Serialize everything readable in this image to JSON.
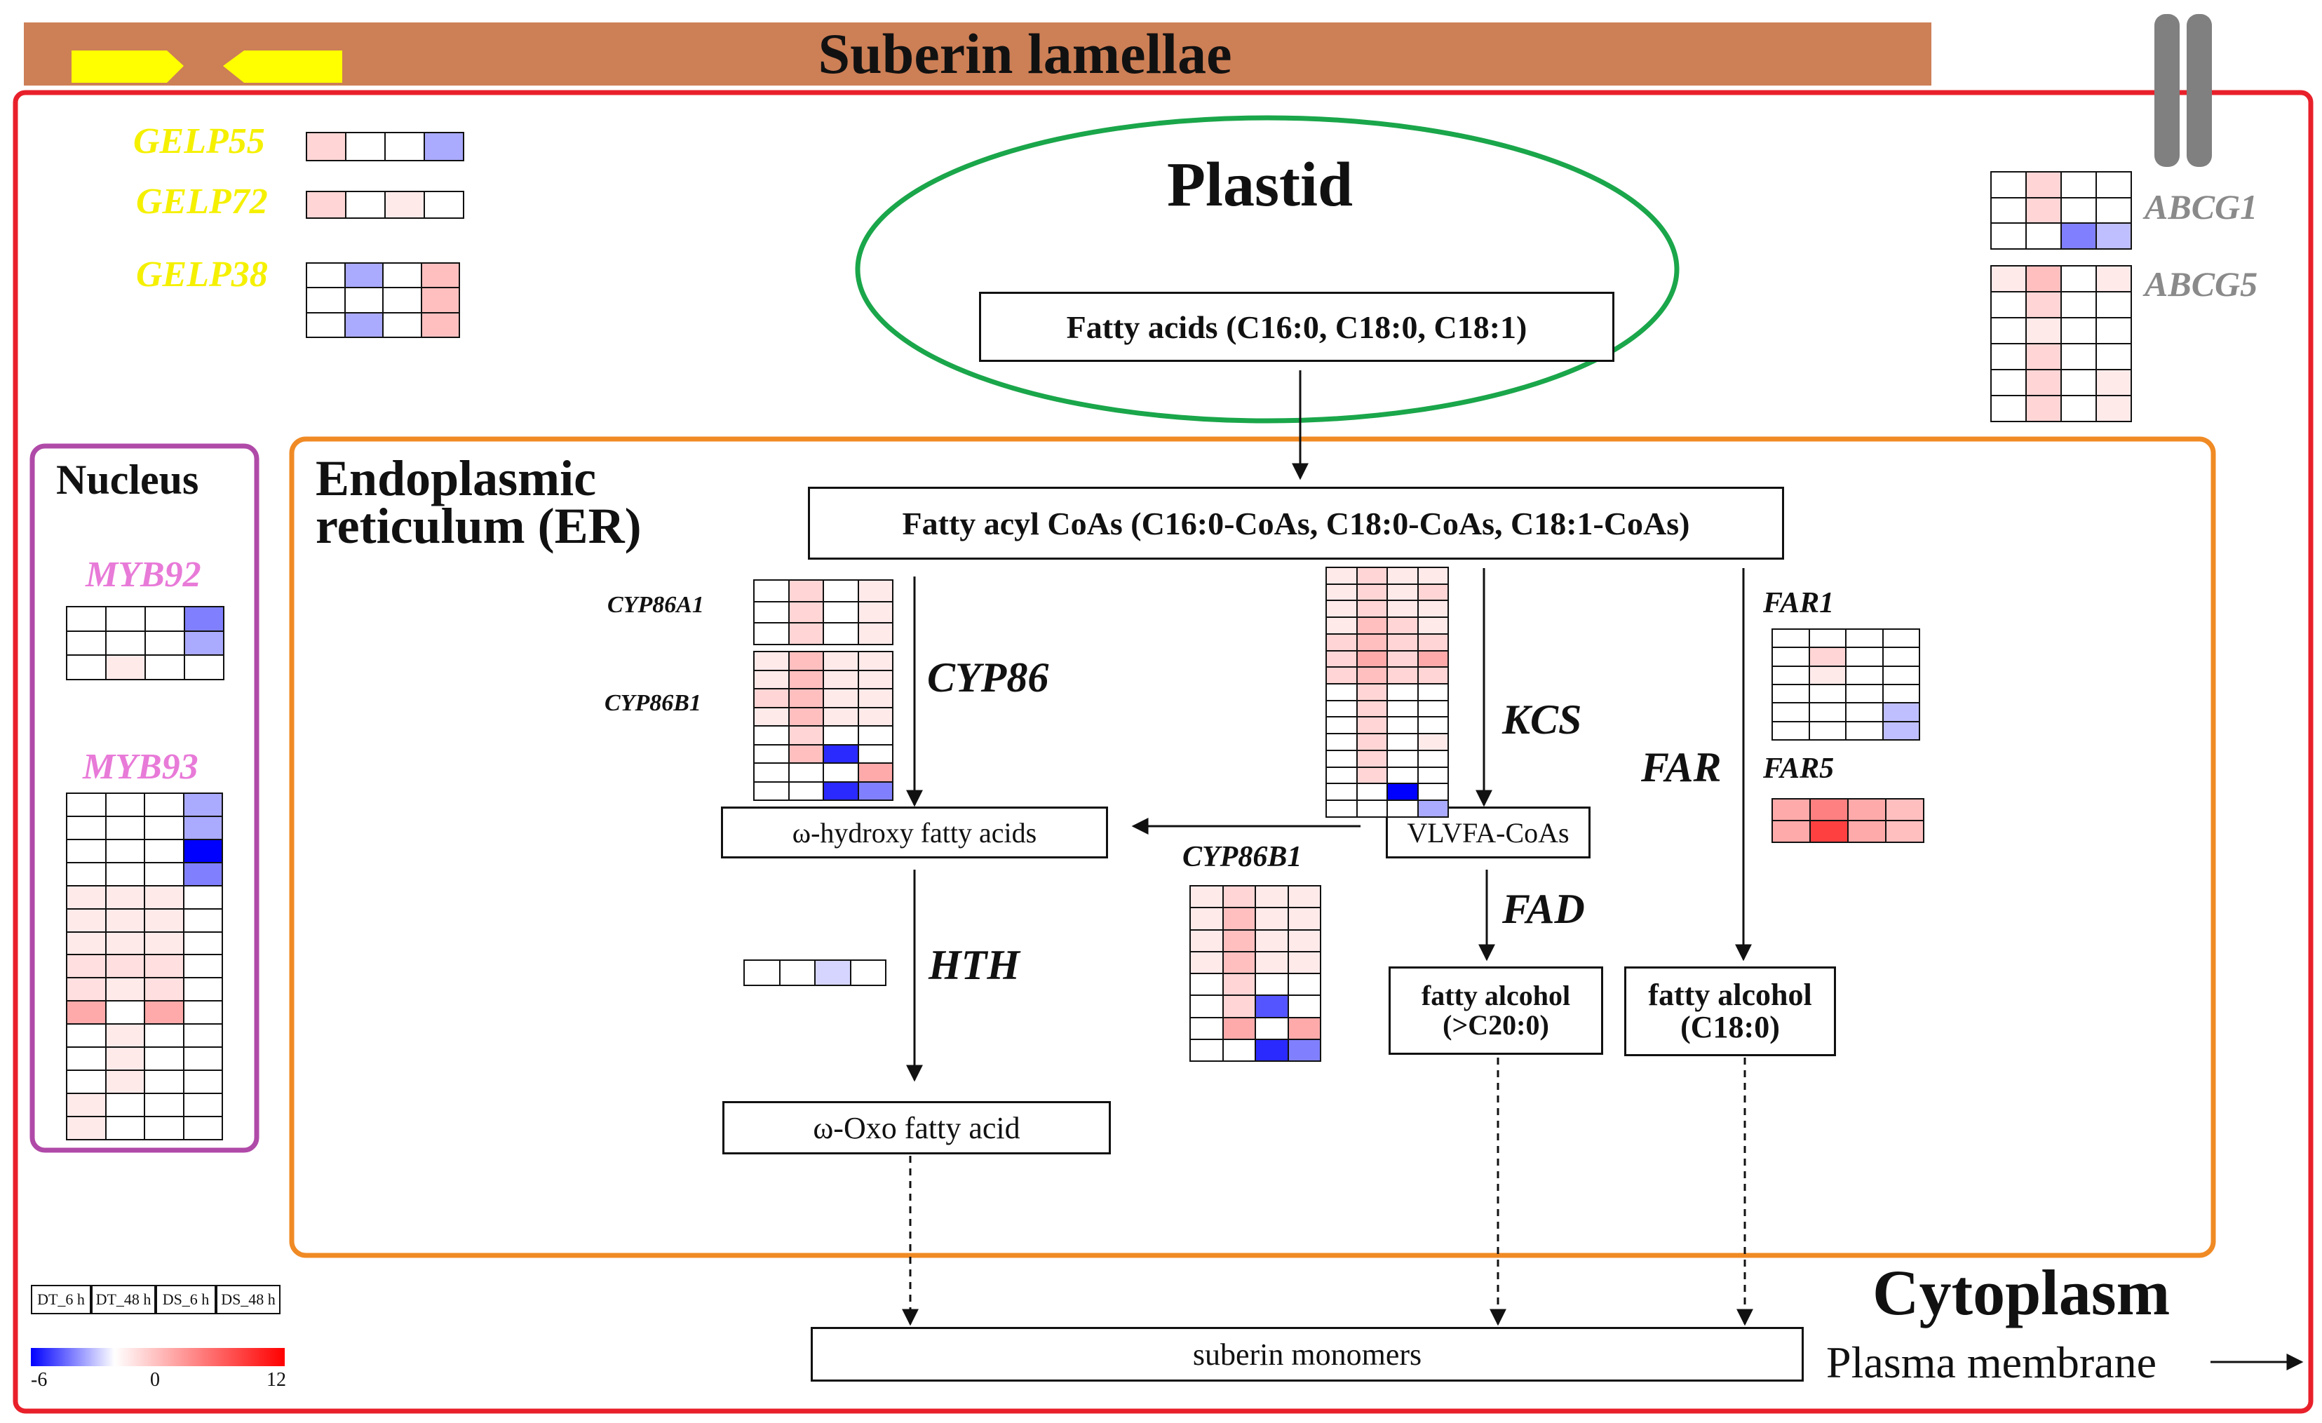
{
  "banner": {
    "title": "Suberin lamellae"
  },
  "compartments": {
    "plastid": "Plastid",
    "nucleus": "Nucleus",
    "er_line1": "Endoplasmic",
    "er_line2": "reticulum (ER)",
    "cytoplasm": "Cytoplasm",
    "plasma_membrane": "Plasma membrane"
  },
  "metabolites": {
    "fatty_acids": "Fatty acids (C16:0, C18:0, C18:1)",
    "fatty_acyl_coas": "Fatty acyl CoAs (C16:0-CoAs, C18:0-CoAs, C18:1-CoAs)",
    "omega_hydroxy": "ω-hydroxy fatty acids",
    "vlvfa_coas": "VLVFA-CoAs",
    "omega_oxo": "ω-Oxo fatty acid",
    "fatty_alcohol_c20_1": "fatty alcohol",
    "fatty_alcohol_c20_2": "(>C20:0)",
    "fatty_alcohol_c18_1": "fatty alcohol",
    "fatty_alcohol_c18_2": "(C18:0)",
    "suberin_monomers": "suberin monomers"
  },
  "enzymes": {
    "cyp86": "CYP86",
    "kcs": "KCS",
    "far": "FAR",
    "fad": "FAD",
    "hth": "HTH"
  },
  "genes": {
    "gelp55": "GELP55",
    "gelp72": "GELP72",
    "gelp38": "GELP38",
    "abcg1": "ABCG1",
    "abcg5": "ABCG5",
    "myb92": "MYB92",
    "myb93": "MYB93",
    "cyp86a1": "CYP86A1",
    "cyp86b1_a": "CYP86B1",
    "cyp86b1_b": "CYP86B1",
    "far1": "FAR1",
    "far5": "FAR5"
  },
  "legend": {
    "columns": [
      "DT_6 h",
      "DT_48 h",
      "DS_6 h",
      "DS_48 h"
    ],
    "min_label": "-6",
    "mid_label": "0",
    "max_label": "12",
    "scale": {
      "min": -6,
      "mid": 0,
      "max": 12,
      "low_color": "#0000ff",
      "mid_color": "#ffffff",
      "high_color": "#ff0000"
    }
  },
  "colors": {
    "banner": "#cd7f56",
    "cytoplasm_border": "#e8202a",
    "plastid_border": "#1aa64a",
    "er_border": "#f08a24",
    "nucleus_border": "#b04aa8",
    "gelp_text": "#f5f000",
    "myb_text": "#e87ad8",
    "abcg_text": "#8a8a8a",
    "transporter": "#808080",
    "arrow_yellow": "#ffff00"
  },
  "heatmaps": {
    "gelp55": [
      [
        2,
        0,
        0,
        -2
      ]
    ],
    "gelp72": [
      [
        2,
        0,
        1,
        0
      ]
    ],
    "gelp38": [
      [
        0,
        -2,
        0,
        3
      ],
      [
        0,
        0,
        0,
        3
      ],
      [
        0,
        -2,
        0,
        3
      ]
    ],
    "abcg1": [
      [
        0,
        2,
        0,
        0
      ],
      [
        0,
        2,
        0,
        0
      ],
      [
        0,
        0,
        -3,
        -1.5
      ]
    ],
    "abcg5": [
      [
        1,
        3,
        0,
        1
      ],
      [
        0,
        2,
        0,
        0
      ],
      [
        0,
        1,
        0,
        0
      ],
      [
        0,
        2,
        0,
        0
      ],
      [
        0,
        2,
        0,
        1
      ],
      [
        0,
        2,
        0,
        1
      ]
    ],
    "myb92": [
      [
        0,
        0,
        0,
        -3
      ],
      [
        0,
        0,
        0,
        -2
      ],
      [
        0,
        1,
        0,
        0
      ]
    ],
    "myb93": [
      [
        0,
        0,
        0,
        -2
      ],
      [
        0,
        0,
        0,
        -2
      ],
      [
        0,
        0,
        0,
        -6
      ],
      [
        0,
        0,
        0,
        -3
      ],
      [
        1,
        1,
        1,
        0
      ],
      [
        1,
        1,
        1,
        0
      ],
      [
        1,
        1,
        1,
        0
      ],
      [
        1.5,
        1.5,
        1.5,
        0
      ],
      [
        1.5,
        1,
        1.5,
        0
      ],
      [
        4,
        0,
        4,
        0
      ],
      [
        0,
        1,
        0,
        0
      ],
      [
        0,
        1,
        0,
        0
      ],
      [
        0,
        1,
        0,
        0
      ],
      [
        1,
        0,
        0,
        0
      ],
      [
        1,
        0,
        0,
        0
      ]
    ],
    "cyp86a1": [
      [
        0,
        2,
        0,
        1
      ],
      [
        0,
        2,
        0,
        1
      ],
      [
        0,
        2,
        0,
        1
      ]
    ],
    "cyp86b1_a": [
      [
        1,
        3,
        1,
        1
      ],
      [
        1,
        3,
        1,
        1
      ],
      [
        2,
        3,
        1,
        1
      ],
      [
        1,
        3,
        1,
        1
      ],
      [
        0,
        2,
        0,
        0
      ],
      [
        0,
        3,
        -5,
        0
      ],
      [
        0,
        0,
        0,
        4
      ],
      [
        0,
        0,
        -5,
        -3
      ]
    ],
    "cyp86b1_b": [
      [
        1,
        2,
        1,
        1
      ],
      [
        1,
        3,
        1,
        1
      ],
      [
        1,
        3,
        1,
        1
      ],
      [
        1,
        3,
        1,
        1
      ],
      [
        0,
        2,
        0,
        0
      ],
      [
        0,
        2,
        -4,
        0
      ],
      [
        0,
        4,
        0,
        4
      ],
      [
        0,
        0,
        -5,
        -3
      ]
    ],
    "kcs": [
      [
        1,
        2,
        1,
        1
      ],
      [
        1,
        2,
        1,
        2
      ],
      [
        1,
        2,
        1,
        1
      ],
      [
        1,
        3,
        2,
        1
      ],
      [
        2,
        3,
        2,
        2
      ],
      [
        2,
        4,
        2,
        4
      ],
      [
        2,
        3,
        2,
        2
      ],
      [
        0,
        2,
        0,
        0
      ],
      [
        0,
        2,
        0,
        0
      ],
      [
        0,
        2,
        0,
        0
      ],
      [
        0,
        2,
        0,
        1
      ],
      [
        0,
        2,
        0,
        0
      ],
      [
        0,
        2,
        0,
        0
      ],
      [
        0,
        0,
        -6,
        0
      ],
      [
        0,
        0,
        0,
        -2
      ]
    ],
    "far1": [
      [
        0,
        0,
        0,
        0
      ],
      [
        0,
        2,
        0,
        0
      ],
      [
        0,
        1,
        0,
        0
      ],
      [
        0,
        0,
        0,
        0
      ],
      [
        0,
        0,
        0,
        -1.5
      ],
      [
        0,
        0,
        0,
        -1.5
      ]
    ],
    "far5": [
      [
        4,
        6,
        4,
        3
      ],
      [
        4,
        9,
        4,
        3
      ]
    ],
    "hth": [
      [
        0,
        0,
        -1,
        0
      ]
    ]
  }
}
